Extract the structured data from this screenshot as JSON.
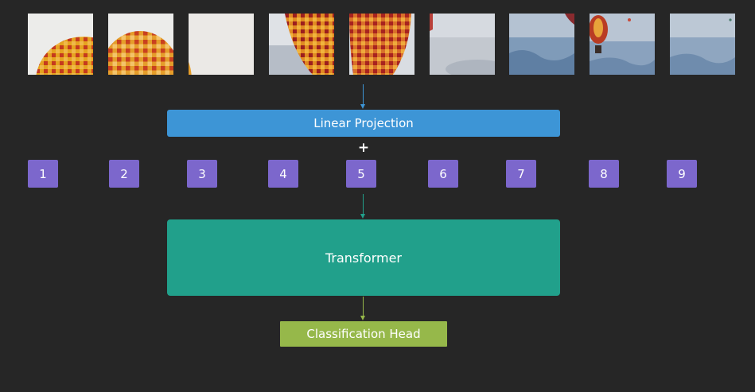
{
  "diagram": {
    "linear_projection_label": "Linear Projection",
    "plus_symbol": "+",
    "position_labels": [
      "1",
      "2",
      "3",
      "4",
      "5",
      "6",
      "7",
      "8",
      "9"
    ],
    "transformer_label": "Transformer",
    "classification_head_label": "Classification Head"
  },
  "colors": {
    "background": "#262626",
    "linear_projection": "#3d95d6",
    "position_embedding": "#7c67cc",
    "transformer": "#21a08b",
    "classification_head": "#96b84a"
  },
  "patches": [
    {
      "icon": "balloon-top-left-patch"
    },
    {
      "icon": "balloon-top-center-patch"
    },
    {
      "icon": "sky-edge-patch"
    },
    {
      "icon": "balloon-mid-left-patch"
    },
    {
      "icon": "balloon-mid-right-patch"
    },
    {
      "icon": "misty-sky-patch"
    },
    {
      "icon": "valley-patch"
    },
    {
      "icon": "distant-balloon-patch"
    },
    {
      "icon": "lake-valley-patch"
    }
  ]
}
